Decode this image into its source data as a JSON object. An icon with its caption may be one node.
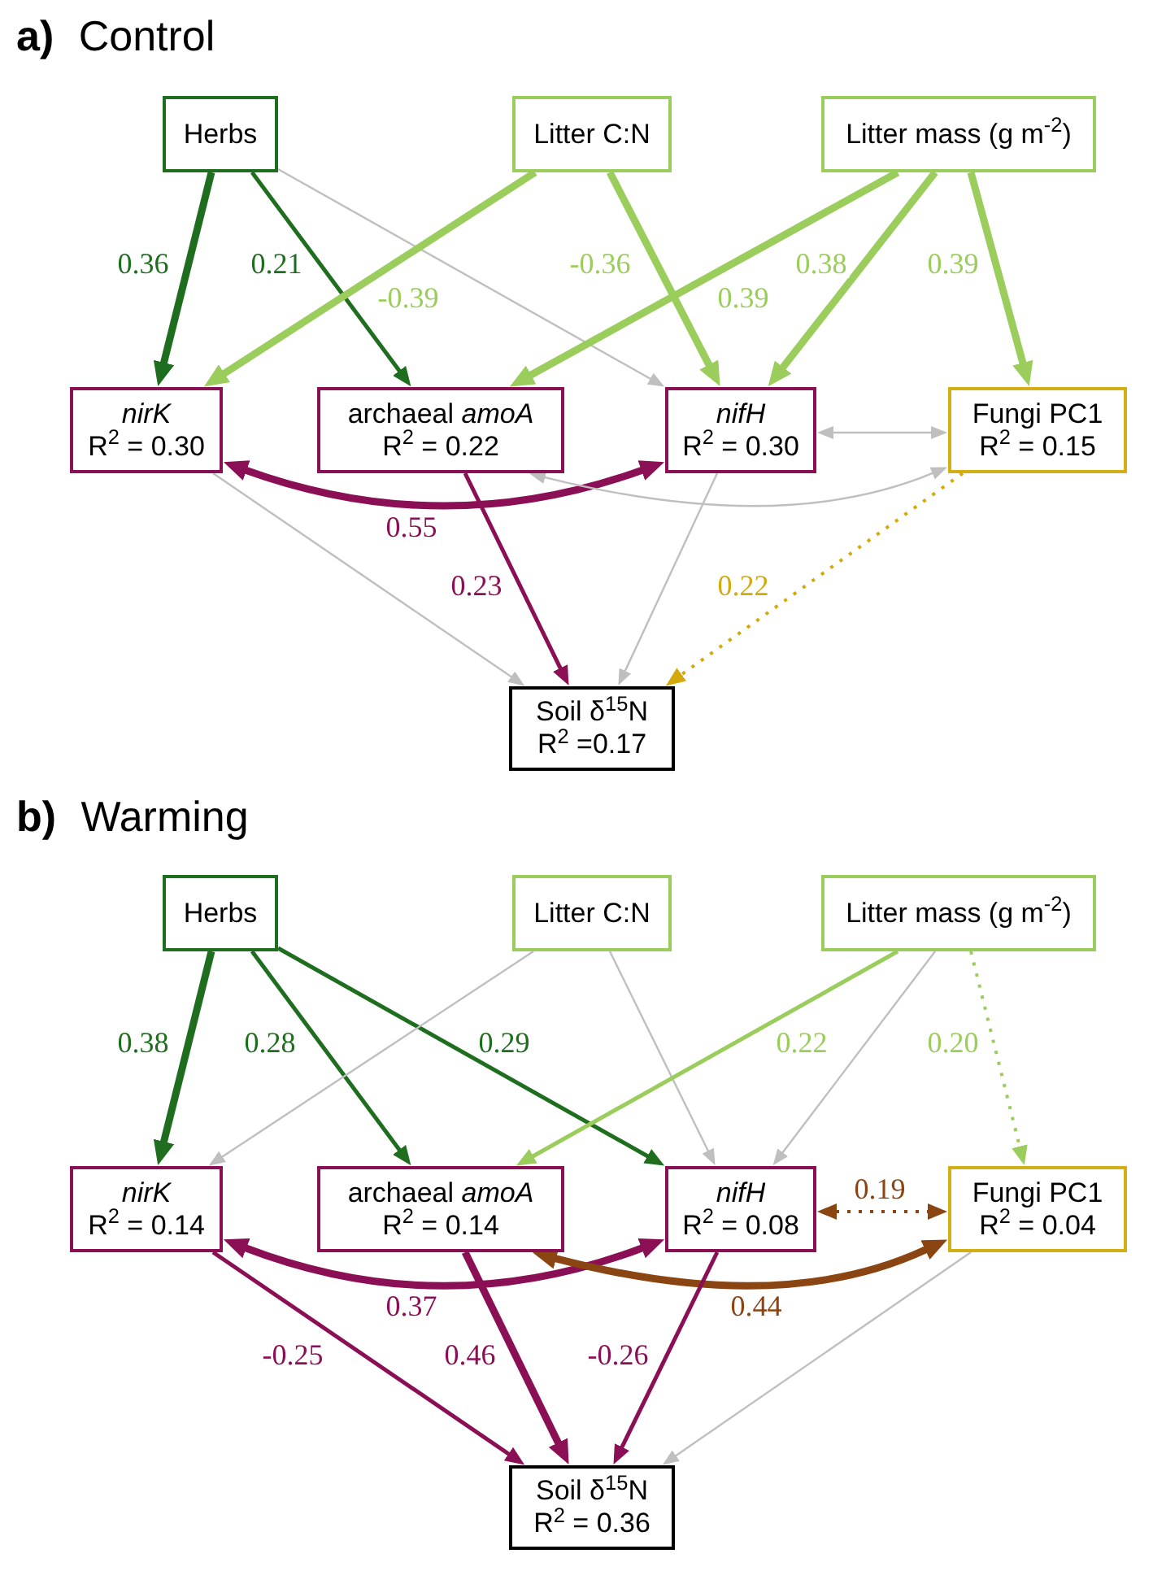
{
  "diagram": {
    "nodes": [
      {
        "text": [
          "Herbs"
        ]
      },
      {
        "text": [
          "Litter C:N"
        ]
      },
      {
        "text": [
          "Litter mass (g m$^{-2}$)"
        ]
      },
      {
        "text": [
          "nirK",
          "R$^{2}$ = 0.30"
        ]
      },
      {
        "text": [
          "archaeal *amoA*",
          "R$^{2}$ = 0.22"
        ]
      },
      {
        "text": [
          "nifH",
          "R$^{2}$ = 0.30"
        ]
      },
      {
        "text": [
          "Fungi PC1",
          "R$^{2}$ = 0.15"
        ]
      },
      {
        "text": [
          "Soil δ$^{15}$N",
          "R$^{2}$ =0.17"
        ]
      },
      {
        "text": [
          "Herbs"
        ]
      },
      {
        "text": [
          "Litter C:N"
        ]
      },
      {
        "text": [
          "Litter mass (g m$^{-2}$)"
        ]
      },
      {
        "text": [
          "nirK",
          "R$^{2}$ = 0.14"
        ]
      },
      {
        "text": [
          "archaeal *amoA*",
          "R$^{2}$ = 0.14"
        ]
      },
      {
        "text": [
          "nifH",
          "R$^{2}$ = 0.08"
        ]
      },
      {
        "text": [
          "Fungi PC1",
          "R$^{2}$ = 0.04"
        ]
      },
      {
        "text": [
          "Soil δ$^{15}$N",
          "R$^{2}$ = 0.36"
        ]
      }
    ],
    "edges": [
      {
        "from": 0,
        "to": 3,
        "arrow": "to",
        "label": "0.36",
        "style": "thick",
        "color": "#1f6e1f"
      },
      {
        "from": 0,
        "to": 4,
        "arrow": "to",
        "label": "0.21",
        "color": "#1f6e1f"
      },
      {
        "from": 0,
        "to": 5,
        "arrow": "to",
        "color": "#bfbfbf"
      },
      {
        "from": 1,
        "to": 3,
        "arrow": "to",
        "label": "-0.39",
        "style": "thick",
        "color": "#9acd5b"
      },
      {
        "from": 1,
        "to": 5,
        "arrow": "to",
        "label": "-0.36",
        "style": "thick",
        "color": "#9acd5b"
      },
      {
        "from": 2,
        "to": 4,
        "arrow": "to",
        "label": "0.39",
        "style": "thick",
        "color": "#9acd5b"
      },
      {
        "from": 2,
        "to": 5,
        "arrow": "to",
        "label": "0.38",
        "style": "thick",
        "color": "#9acd5b"
      },
      {
        "from": 2,
        "to": 6,
        "arrow": "to",
        "label": "0.39",
        "style": "thick",
        "color": "#9acd5b"
      },
      {
        "from": 3,
        "to": 5,
        "arrow": "both",
        "label": "0.55",
        "style": "thick",
        "color": "#8b0f55"
      },
      {
        "from": 4,
        "to": 6,
        "arrow": "both",
        "color": "#bfbfbf"
      },
      {
        "from": 5,
        "to": 6,
        "arrow": "both",
        "color": "#bfbfbf"
      },
      {
        "from": 3,
        "to": 7,
        "arrow": "to",
        "color": "#bfbfbf"
      },
      {
        "from": 4,
        "to": 7,
        "arrow": "to",
        "label": "0.23",
        "color": "#8b0f55"
      },
      {
        "from": 5,
        "to": 7,
        "arrow": "to",
        "color": "#bfbfbf"
      },
      {
        "from": 6,
        "to": 7,
        "arrow": "to",
        "label": "0.22",
        "style": "dashed",
        "color": "#d4a90a"
      },
      {
        "from": 8,
        "to": 11,
        "arrow": "to",
        "label": "0.38",
        "style": "thick",
        "color": "#1f6e1f"
      },
      {
        "from": 8,
        "to": 12,
        "arrow": "to",
        "label": "0.28",
        "color": "#1f6e1f"
      },
      {
        "from": 8,
        "to": 13,
        "arrow": "to",
        "label": "0.29",
        "color": "#1f6e1f"
      },
      {
        "from": 9,
        "to": 11,
        "arrow": "to",
        "color": "#bfbfbf"
      },
      {
        "from": 9,
        "to": 13,
        "arrow": "to",
        "color": "#bfbfbf"
      },
      {
        "from": 10,
        "to": 12,
        "arrow": "to",
        "label": "0.22",
        "color": "#9acd5b"
      },
      {
        "from": 10,
        "to": 13,
        "arrow": "to",
        "color": "#bfbfbf"
      },
      {
        "from": 10,
        "to": 14,
        "arrow": "to",
        "label": "0.20",
        "style": "dashed",
        "color": "#9acd5b"
      },
      {
        "from": 11,
        "to": 13,
        "arrow": "both",
        "label": "0.37",
        "style": "thick",
        "color": "#8b0f55"
      },
      {
        "from": 12,
        "to": 14,
        "arrow": "both",
        "label": "0.44",
        "style": "thick",
        "color": "#8b4513"
      },
      {
        "from": 13,
        "to": 14,
        "arrow": "both",
        "label": "0.19",
        "style": "dashed",
        "color": "#8b4513"
      },
      {
        "from": 11,
        "to": 15,
        "arrow": "to",
        "label": "-0.25",
        "color": "#8b0f55"
      },
      {
        "from": 12,
        "to": 15,
        "arrow": "to",
        "label": "0.46",
        "style": "thick",
        "color": "#8b0f55"
      },
      {
        "from": 13,
        "to": 15,
        "arrow": "to",
        "label": "-0.26",
        "color": "#8b0f55"
      },
      {
        "from": 14,
        "to": 15,
        "arrow": "to",
        "color": "#bfbfbf"
      }
    ],
    "labels": [
      "**a)** Control",
      "**b)** Warming"
    ]
  }
}
